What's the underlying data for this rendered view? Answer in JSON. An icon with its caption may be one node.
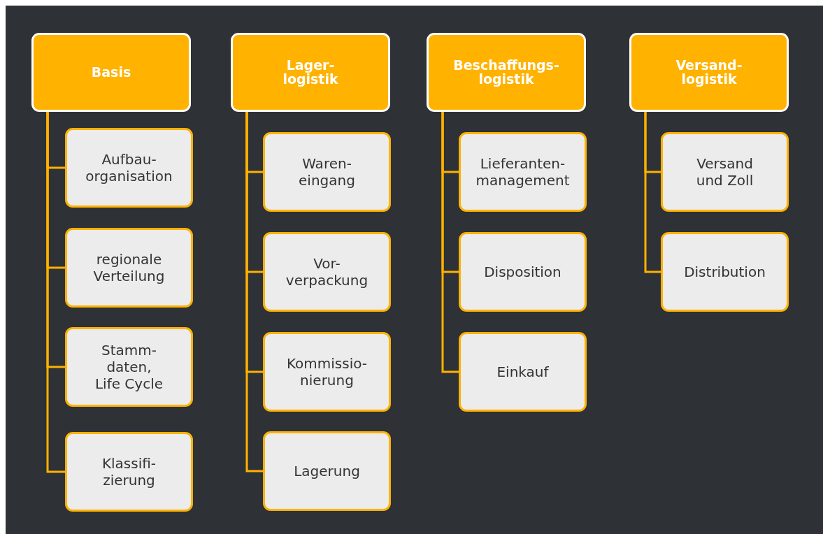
{
  "diagram": {
    "nodes": [
      {
        "text": [
          "Basis"
        ]
      },
      {
        "text": [
          "Aufbau-organisation"
        ]
      },
      {
        "text": [
          "regionale Verteilung"
        ]
      },
      {
        "text": [
          "Stamm-daten, Life Cycle"
        ]
      },
      {
        "text": [
          "Klassifi-zierung"
        ]
      },
      {
        "text": [
          "Lager-logistik"
        ]
      },
      {
        "text": [
          "Waren-eingang"
        ]
      },
      {
        "text": [
          "Vor-verpackung"
        ]
      },
      {
        "text": [
          "Kommissio-nierung"
        ]
      },
      {
        "text": [
          "Lagerung"
        ]
      },
      {
        "text": [
          "Beschaffungs-logistik"
        ]
      },
      {
        "text": [
          "Lieferanten-management"
        ]
      },
      {
        "text": [
          "Disposition"
        ]
      },
      {
        "text": [
          "Einkauf"
        ]
      },
      {
        "text": [
          "Versand-logistik"
        ]
      },
      {
        "text": [
          "Versand und Zoll"
        ]
      },
      {
        "text": [
          "Distribution"
        ]
      }
    ],
    "edges": [
      {
        "from": 0,
        "to": 1,
        "arrow": "none"
      },
      {
        "from": 0,
        "to": 2,
        "arrow": "none"
      },
      {
        "from": 0,
        "to": 3,
        "arrow": "none"
      },
      {
        "from": 0,
        "to": 4,
        "arrow": "none"
      },
      {
        "from": 5,
        "to": 6,
        "arrow": "none"
      },
      {
        "from": 5,
        "to": 7,
        "arrow": "none"
      },
      {
        "from": 5,
        "to": 8,
        "arrow": "none"
      },
      {
        "from": 5,
        "to": 9,
        "arrow": "none"
      },
      {
        "from": 10,
        "to": 11,
        "arrow": "none"
      },
      {
        "from": 10,
        "to": 12,
        "arrow": "none"
      },
      {
        "from": 10,
        "to": 13,
        "arrow": "none"
      },
      {
        "from": 14,
        "to": 15,
        "arrow": "none"
      },
      {
        "from": 14,
        "to": 16,
        "arrow": "none"
      }
    ]
  }
}
